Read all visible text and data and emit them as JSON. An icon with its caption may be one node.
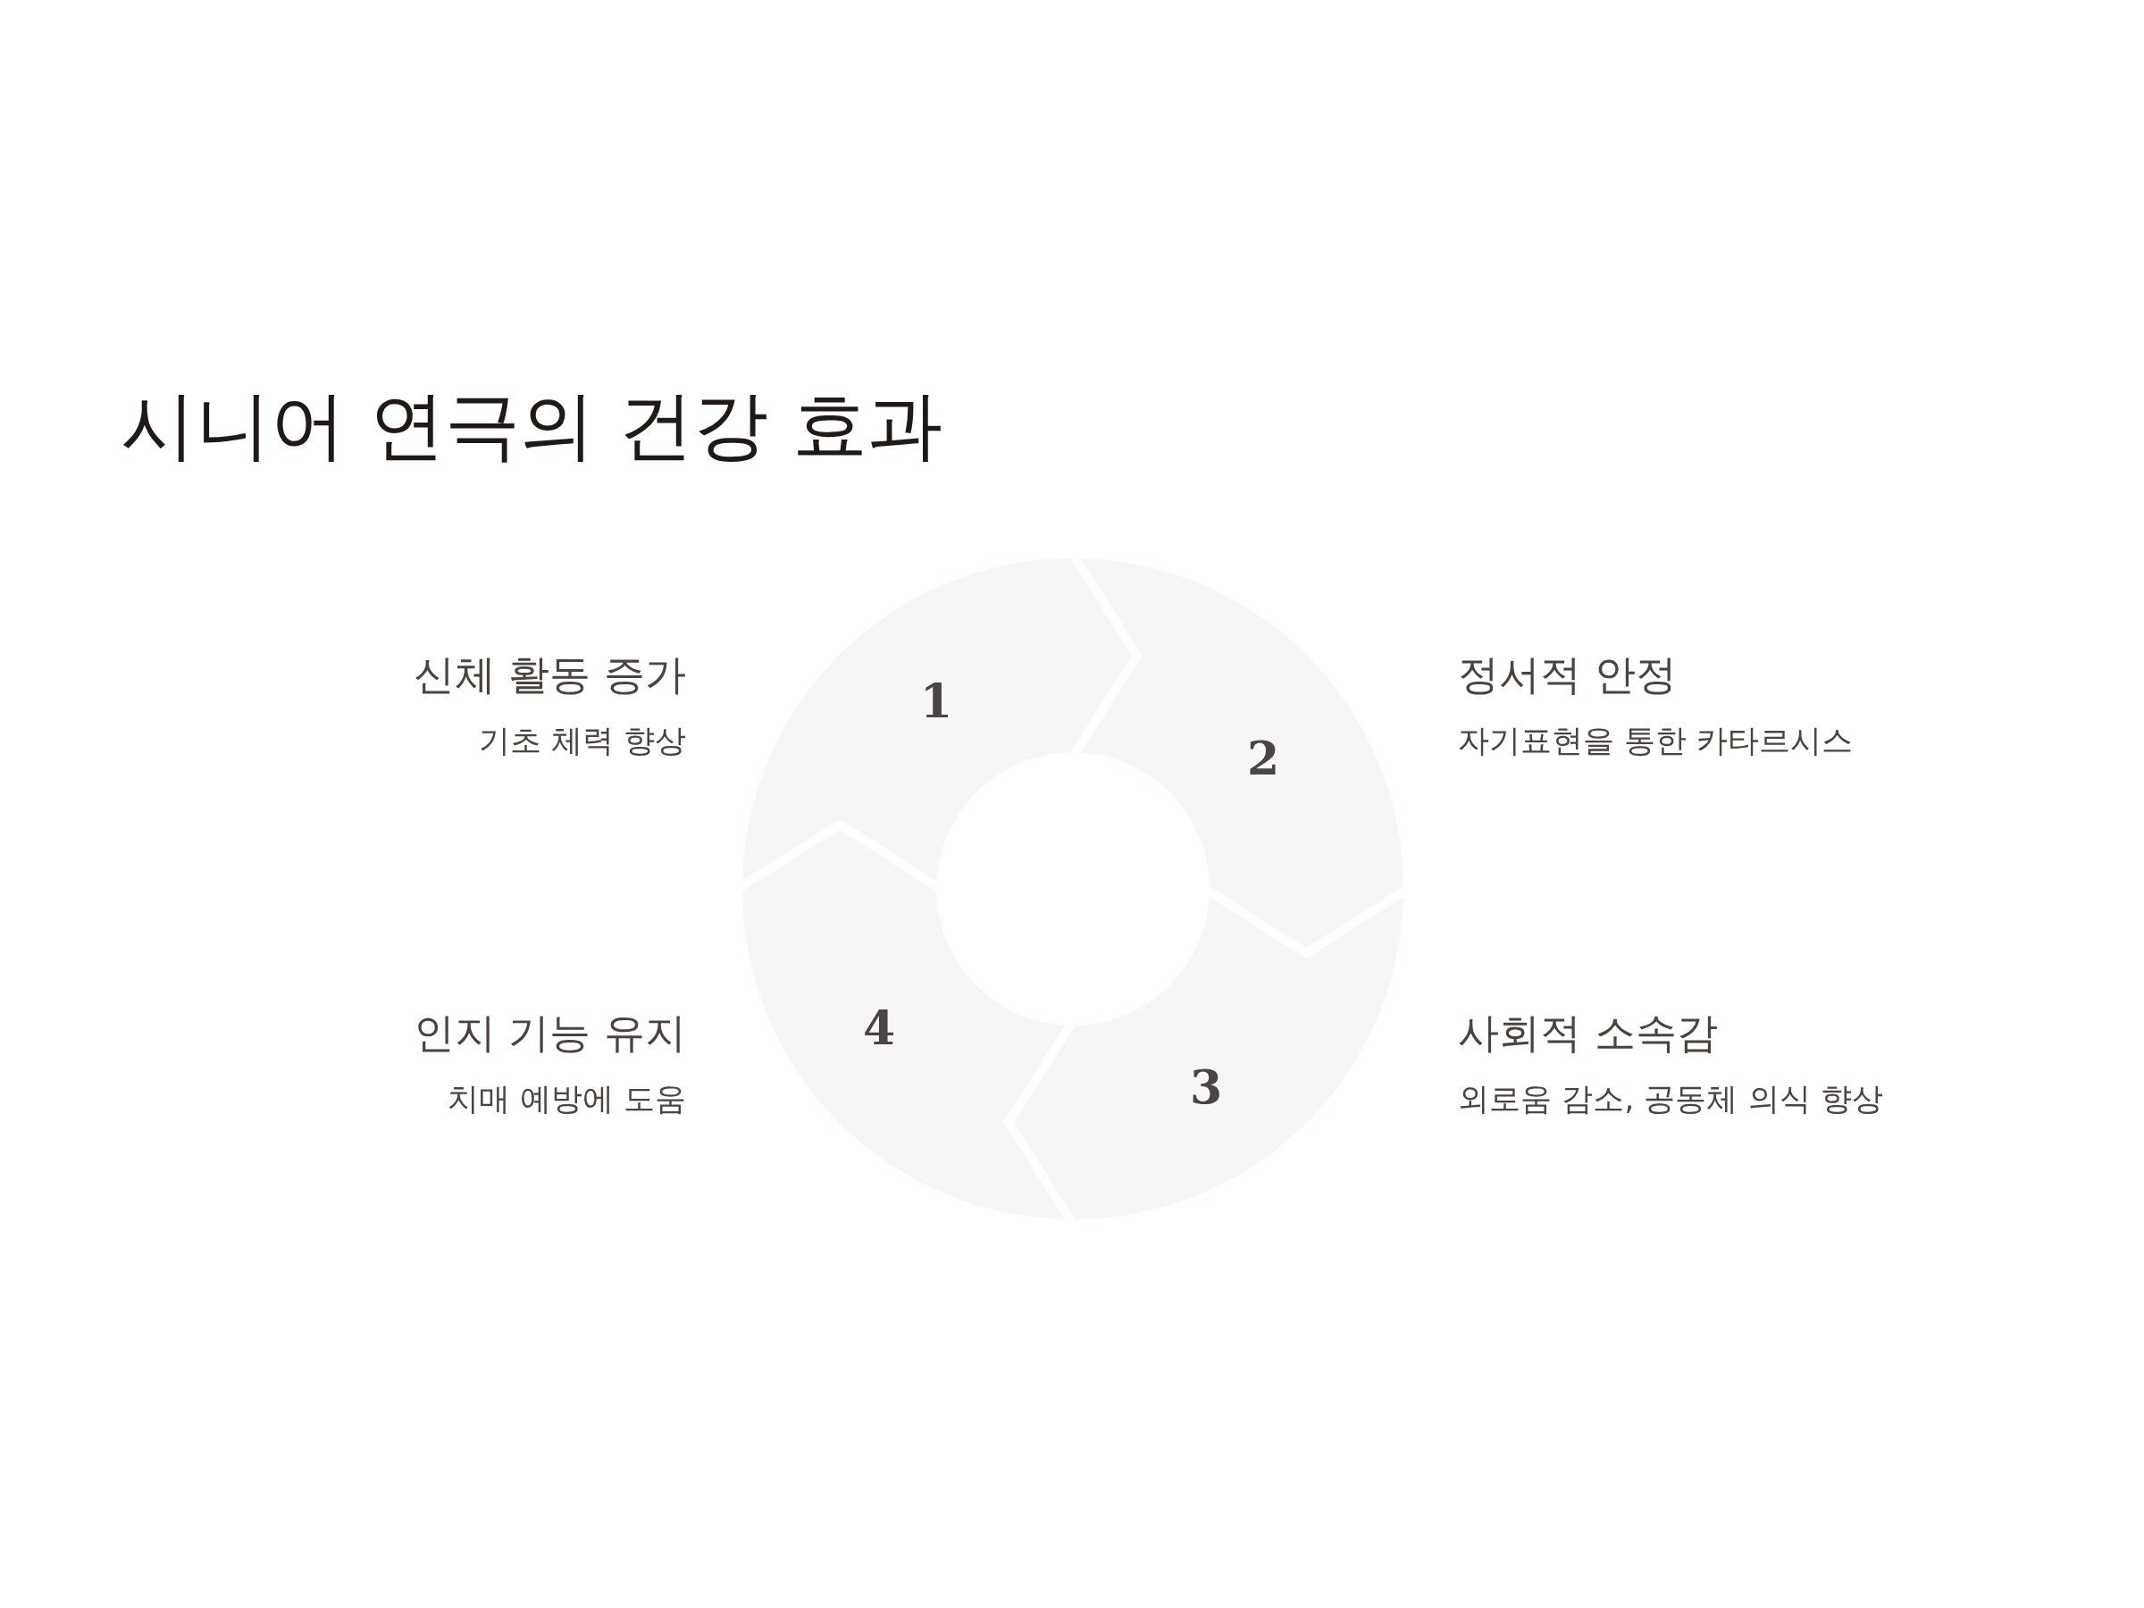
{
  "diagram": {
    "title": "시니어 연극의 건강 효과",
    "nodes": [
      {
        "text": [
          "1"
        ],
        "beside": [
          "신체 활동 증가",
          "기초 체력 향상"
        ]
      },
      {
        "text": [
          "2"
        ],
        "beside": [
          "정서적 안정",
          "자기표현을 통한 카타르시스"
        ]
      },
      {
        "text": [
          "3"
        ],
        "beside": [
          "사회적 소속감",
          "외로움 감소, 공동체 의식 향상"
        ]
      },
      {
        "text": [
          "4"
        ],
        "beside": [
          "인지 기능 유지",
          "치매 예방에 도움"
        ]
      }
    ]
  }
}
